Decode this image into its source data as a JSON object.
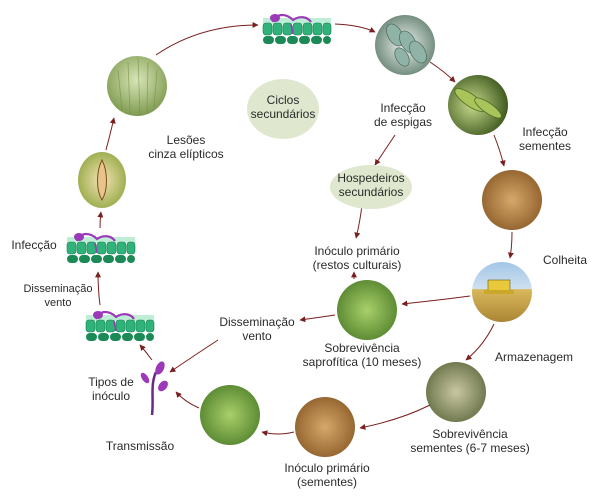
{
  "labels": {
    "ciclos": "Ciclos\nsecundários",
    "hospedeiros": "Hospedeiros\nsecundários",
    "infeccao_espigas": "Infecção\nde espigas",
    "infeccao_sementes": "Infecção\nsementes",
    "colheita": "Colheita",
    "armazenagem": "Armazenagem",
    "sobrev_sementes": "Sobrevivência\nsementes (6-7 meses)",
    "inoculo_sementes": "Inóculo primário\n(sementes)",
    "transmissao": "Transmissão",
    "tipos_inoculo": "Tipos de\ninóculo",
    "dissem_vento_left": "Disseminação\nvento",
    "infeccao_left": "Infecção",
    "lesoes": "Lesões\ncinza elípticos",
    "inoculo_restos": "Inóculo primário\n(restos culturais)",
    "sobrev_saprof": "Sobrevivência\nsaprofítica (10 meses)",
    "dissem_vento_center": "Disseminação\nvento"
  },
  "colors": {
    "arrow": "#7a1f1f",
    "ellipse_fill": "#dfe8cf",
    "leaf_cell": "#2fb37a",
    "fungus": "#9b39b8",
    "plant": "#6a2a8a"
  }
}
